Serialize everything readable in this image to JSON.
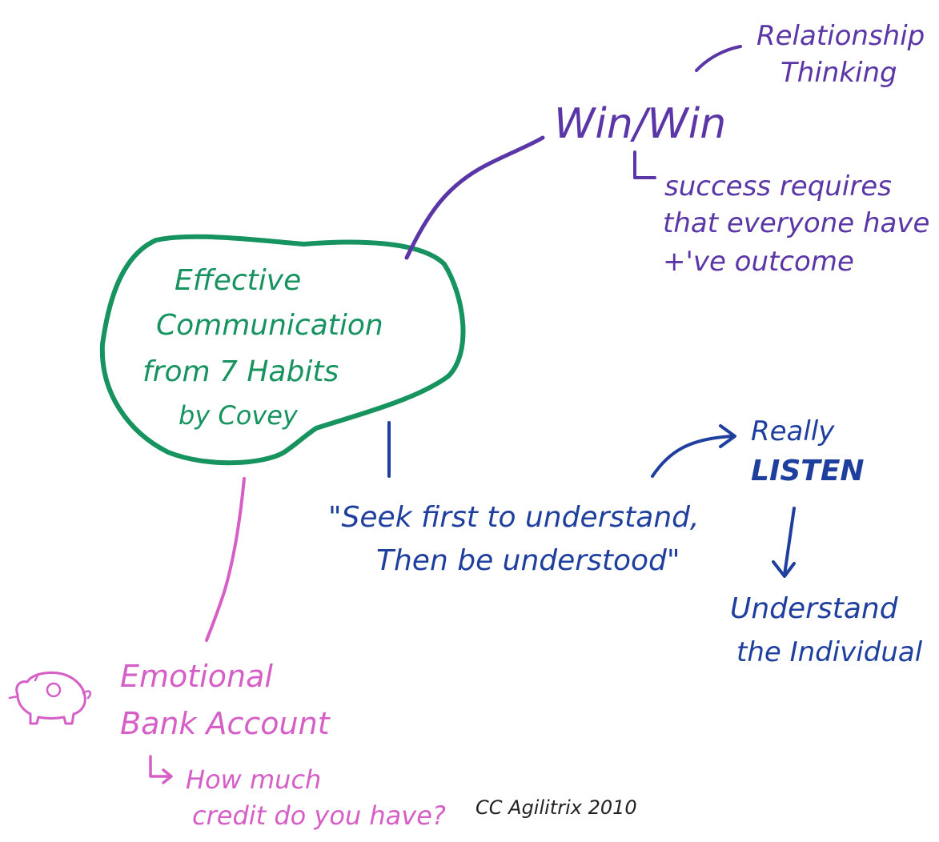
{
  "colors": {
    "center": "#16935e",
    "winwin": "#5a36a6",
    "listen": "#1f3f9e",
    "emotional": "#d65fc7",
    "credit": "#222222"
  },
  "center": {
    "lines": [
      "Effective",
      "Communication",
      "from 7 Habits",
      "by Covey"
    ]
  },
  "winwin": {
    "title": "Win/Win",
    "relationship_lines": [
      "Relationship",
      "Thinking"
    ],
    "success_lines": [
      "success requires",
      "that everyone have",
      "+'ve outcome"
    ]
  },
  "seek": {
    "lines": [
      "\"Seek first to understand,",
      "Then be understood\""
    ]
  },
  "listen": {
    "lines": [
      "Really",
      "LISTEN"
    ]
  },
  "individual": {
    "lines": [
      "Understand",
      "the Individual"
    ]
  },
  "emotional": {
    "lines": [
      "Emotional",
      "Bank Account"
    ],
    "icon": "piggy-bank-icon"
  },
  "credit": {
    "lines": [
      "How much",
      "credit do you have?"
    ]
  },
  "copyright": {
    "text": "CC Agilitrix 2010"
  }
}
